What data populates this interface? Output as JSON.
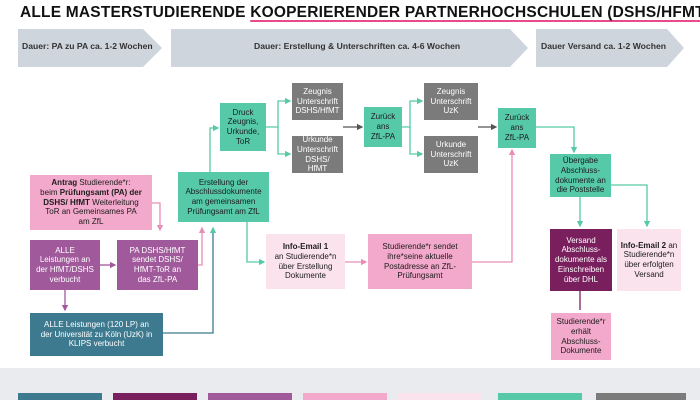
{
  "title": {
    "part1": "ALLE MASTERSTUDIERENDE ",
    "part2": "KOOPERIERENDER PARTNERHOCHSCHULEN (DSHS/HFMT)"
  },
  "phases": [
    "Dauer: PA zu PA ca. 1-2 Wochen",
    "Dauer: Erstellung & Unterschriften ca. 4-6 Wochen",
    "Dauer Versand ca. 1-2 Wochen"
  ],
  "boxes": {
    "antrag": {
      "bold1": "Antrag",
      "t1": " Studierende*r:",
      "t2": "beim ",
      "bold2": "Prüfungsamt (PA) der",
      "bold3": "DSHS/ HfMT",
      "t3": " Weiterleitung",
      "t4": "ToR an Gemeinsames PA",
      "t5": "am ZfL"
    },
    "alle_leistungen": [
      "ALLE",
      "Leistungen an",
      "der HfMT/DSHS",
      "verbucht"
    ],
    "pa_dshs": [
      "PA DSHS/HfMT",
      "sendet DSHS/",
      "HfMT-ToR an",
      "das ZfL-PA"
    ],
    "klips": [
      "ALLE Leistungen (120 LP) an",
      "der Universität zu Köln (UzK) in",
      "KLIPS verbucht"
    ],
    "erstellung": [
      "Erstellung der",
      "Abschlussdokumente",
      "am gemeinsamen",
      "Prüfungsamt am ZfL"
    ],
    "druck": [
      "Druck",
      "Zeugnis,",
      "Urkunde,",
      "ToR"
    ],
    "zeugnis_dshs": [
      "Zeugnis",
      "Unterschrift",
      "DSHS/HfMT"
    ],
    "urkunde_dshs": [
      "Urkunde",
      "Unterschrift",
      "DSHS/ HfMT"
    ],
    "zurueck1": [
      "Zurück",
      "ans",
      "ZfL-PA"
    ],
    "zeugnis_uzk": [
      "Zeugnis",
      "Unterschrift",
      "UzK"
    ],
    "urkunde_uzk": [
      "Urkunde",
      "Unterschrift",
      "UzK"
    ],
    "zurueck2": [
      "Zurück",
      "ans",
      "ZfL-PA"
    ],
    "info1": {
      "bold": "Info-Email 1",
      "lines": [
        "an Studierende*n",
        "über Erstellung",
        "Dokumente"
      ]
    },
    "postadresse": [
      "Studierende*r sendet",
      "ihre*seine aktuelle",
      "Postadresse an ZfL-",
      "Prüfungsamt"
    ],
    "uebergabe": [
      "Übergabe",
      "Abschluss-",
      "dokumente an",
      "die Poststelle"
    ],
    "versand": [
      "Versand",
      "Abschluss-",
      "dokumente als",
      "Einschreiben",
      "über DHL"
    ],
    "info2": {
      "bold": "Info-Email 2",
      "t1": " an",
      "lines": [
        "Studierende*n",
        "über erfolgten",
        "Versand"
      ]
    },
    "erhaelt": [
      "Studierende*r",
      "erhält",
      "Abschluss-",
      "Dokumente"
    ]
  },
  "colors": {
    "teal": "#56c9a8",
    "gray": "#7b7b7b",
    "pink": "#f3a9cb",
    "light_pink": "#fbe3ee",
    "lilac": "#a0599a",
    "plum": "#7a1f5e",
    "steel": "#3d7a8f",
    "phase_arrow": "#cfd5dc",
    "arrow_pink": "#e88db8",
    "arrow_teal": "#56c9a8",
    "arrow_gray": "#555555"
  }
}
